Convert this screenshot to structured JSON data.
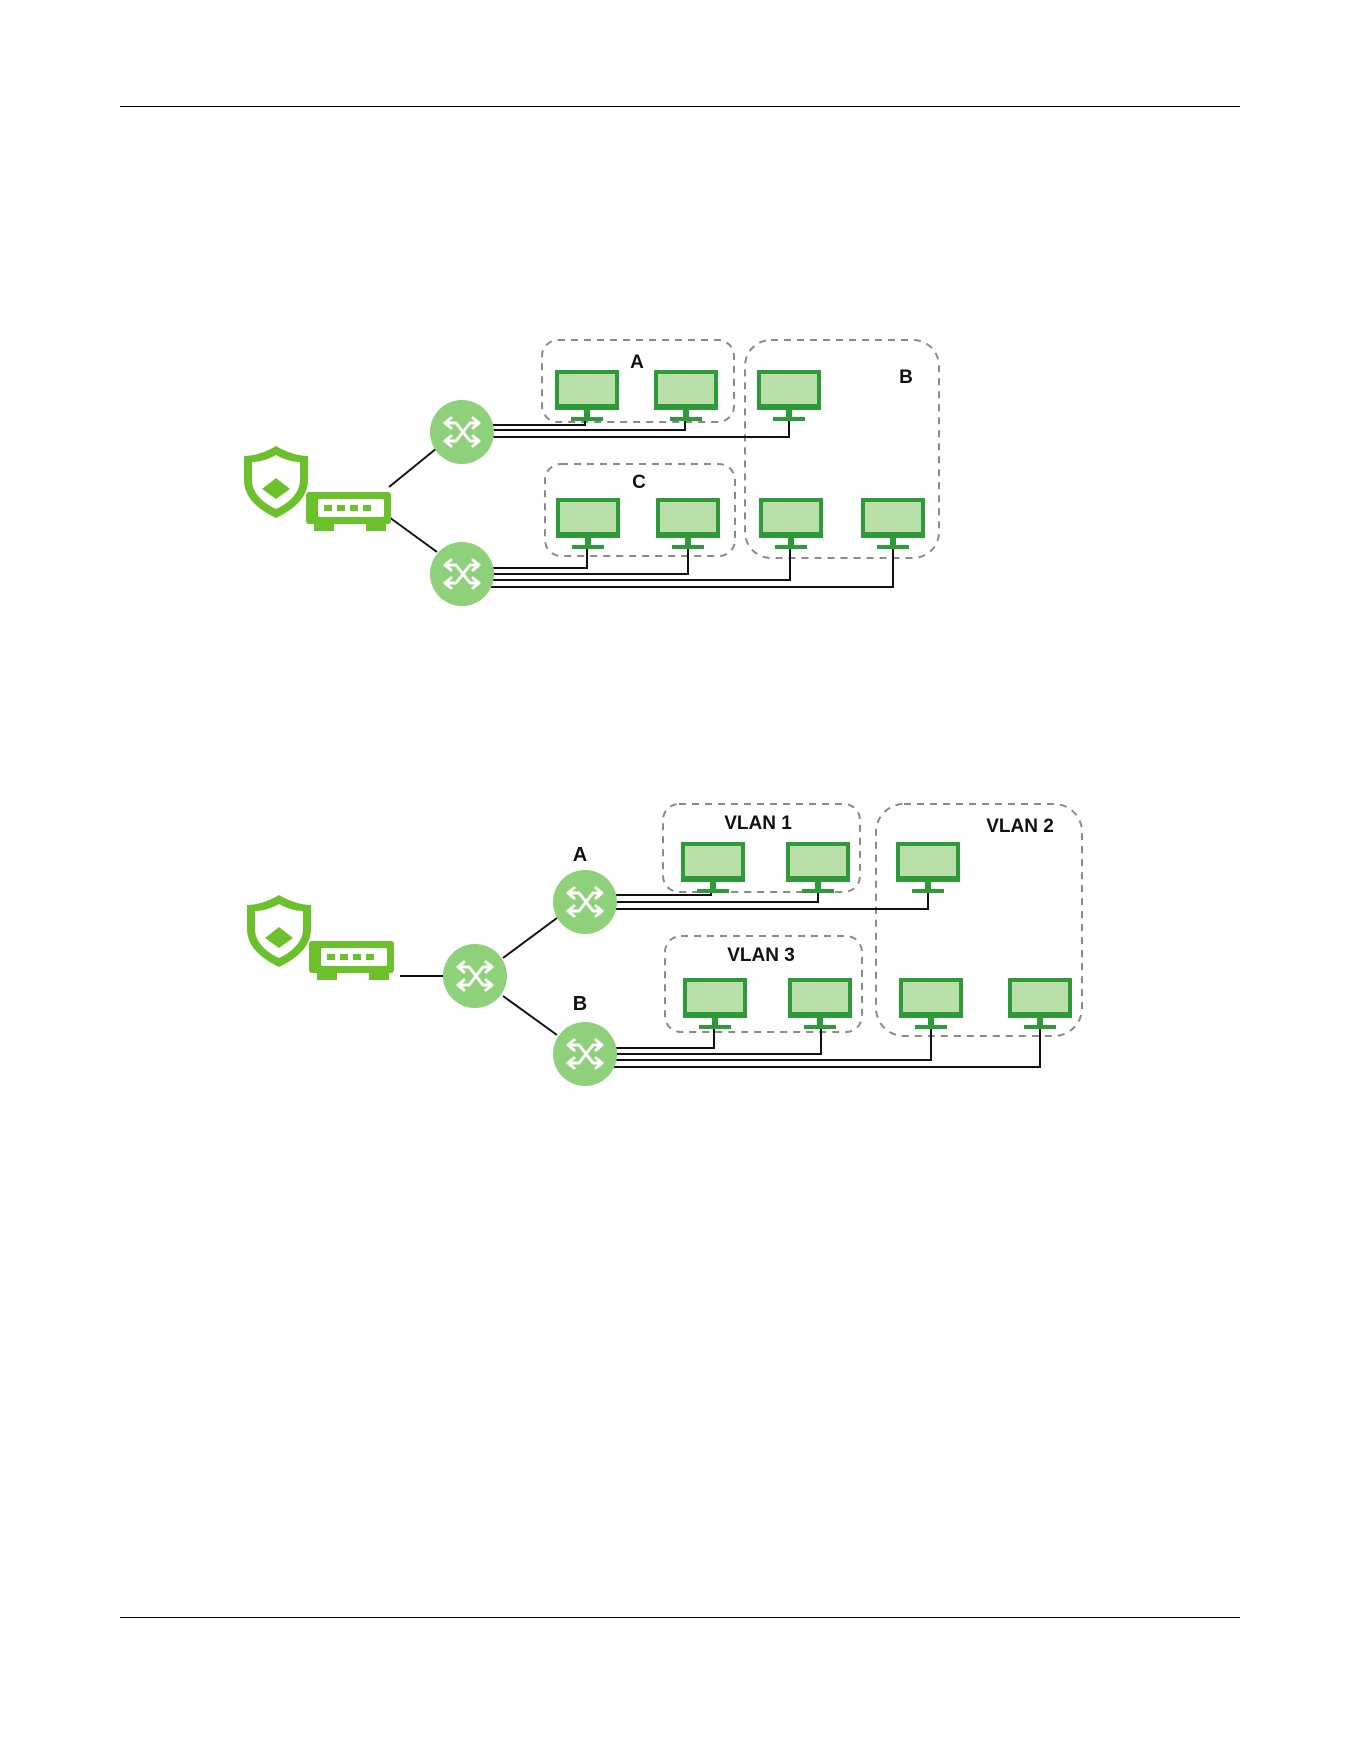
{
  "colors": {
    "device_green": "#6cc02c",
    "switch_green": "#8fd07a",
    "monitor_dark": "#2f9a3a",
    "monitor_screen": "#b8e0a8",
    "zone_border": "#8a8a8a",
    "wire": "#111111"
  },
  "diagram1": {
    "zones": [
      {
        "id": "zone-a",
        "label": "A"
      },
      {
        "id": "zone-c",
        "label": "C"
      },
      {
        "id": "zone-b",
        "label": "B"
      }
    ]
  },
  "diagram2": {
    "switch_labels": {
      "a": "A",
      "b": "B"
    },
    "zones": [
      {
        "id": "vlan1",
        "label": "VLAN 1"
      },
      {
        "id": "vlan3",
        "label": "VLAN 3"
      },
      {
        "id": "vlan2",
        "label": "VLAN 2"
      }
    ]
  },
  "icons": {
    "firewall": "firewall-router-icon",
    "switch": "switch-icon",
    "computer": "monitor-icon"
  }
}
